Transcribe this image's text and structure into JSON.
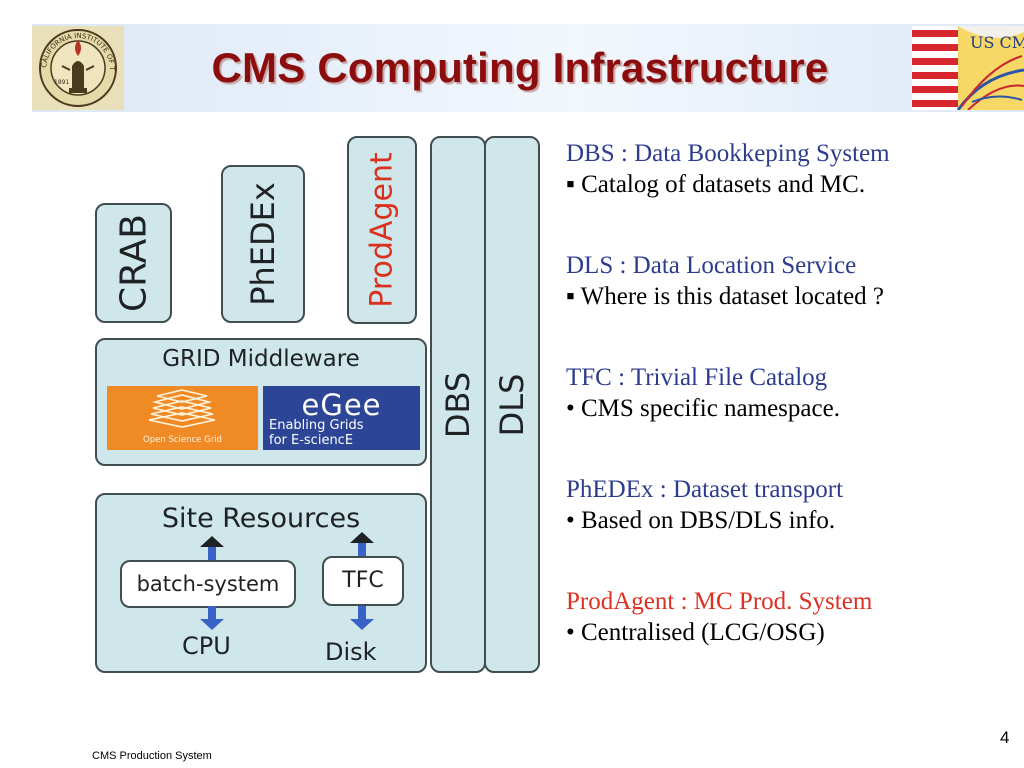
{
  "slide": {
    "title": "CMS Computing Infrastructure",
    "footer": "CMS Production System",
    "page_number": "4"
  },
  "logos": {
    "left_icon": "caltech-seal-icon",
    "left_seal_text": "CALIFORNIA INSTITUTE OF TECHNOLOGY",
    "left_seal_year": "1891",
    "right_icon": "us-cms-logo-icon",
    "right_text": "US CMS"
  },
  "diagram": {
    "tools": [
      "CRAB",
      "PhEDEx",
      "ProdAgent"
    ],
    "grid_middleware": {
      "title": "GRID Middleware",
      "osg_label": "Open Science Grid",
      "egee_name": "eGee",
      "egee_line1": "Enabling Grids",
      "egee_line2": "for E-sciencE"
    },
    "site_resources": {
      "title": "Site Resources",
      "batch_system": "batch-system",
      "tfc": "TFC",
      "cpu": "CPU",
      "disk": "Disk"
    },
    "columns": [
      "DBS",
      "DLS"
    ]
  },
  "descriptions": [
    {
      "heading": "DBS : Data Bookkeping System",
      "bullet": "▪ Catalog of datasets and MC.",
      "color": "#2e3c8e"
    },
    {
      "heading": "DLS : Data Location Service",
      "bullet": "▪ Where is this dataset located ?",
      "color": "#2e3c8e"
    },
    {
      "heading": "TFC : Trivial File Catalog",
      "bullet": "• CMS specific namespace.",
      "color": "#2e3c8e"
    },
    {
      "heading": "PhEDEx : Dataset transport",
      "bullet": "• Based on DBS/DLS info.",
      "color": "#2e3c8e"
    },
    {
      "heading": "ProdAgent : MC Prod. System",
      "bullet": "• Centralised  (LCG/OSG)",
      "color": "#dd3022"
    }
  ]
}
